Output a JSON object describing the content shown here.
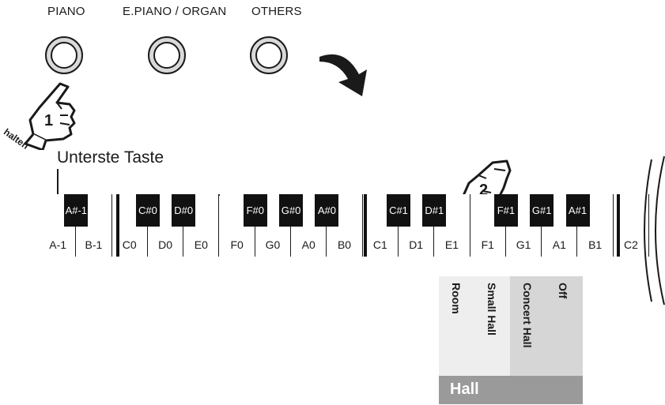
{
  "buttons": {
    "piano": "PIANO",
    "epiano_organ": "E.PIANO / ORGAN",
    "others": "OTHERS"
  },
  "steps": {
    "hold": "halten",
    "step1": "1",
    "step2": "2"
  },
  "lowest_key": "Unterste Taste",
  "keyboard": {
    "white_keys": [
      "A-1",
      "B-1",
      "C0",
      "D0",
      "E0",
      "F0",
      "G0",
      "A0",
      "B0",
      "C1",
      "D1",
      "E1",
      "F1",
      "G1",
      "A1",
      "B1",
      "C2"
    ],
    "black_keys": [
      "A#-1",
      "C#0",
      "D#0",
      "F#0",
      "G#0",
      "A#0",
      "C#1",
      "D#1",
      "F#1",
      "G#1",
      "A#1"
    ]
  },
  "panel": {
    "options": [
      "Room",
      "Small Hall",
      "Concert Hall",
      "Off"
    ],
    "selected": "Concert Hall",
    "footer": "Hall"
  },
  "colors": {
    "key_black": "#111111",
    "panel_light": "#efefef",
    "panel_selected": "#d6d6d6",
    "panel_footer": "#9a9a9a"
  },
  "icons": [
    "round-button-icon",
    "curved-arrow-icon",
    "pointing-hand-icon"
  ]
}
